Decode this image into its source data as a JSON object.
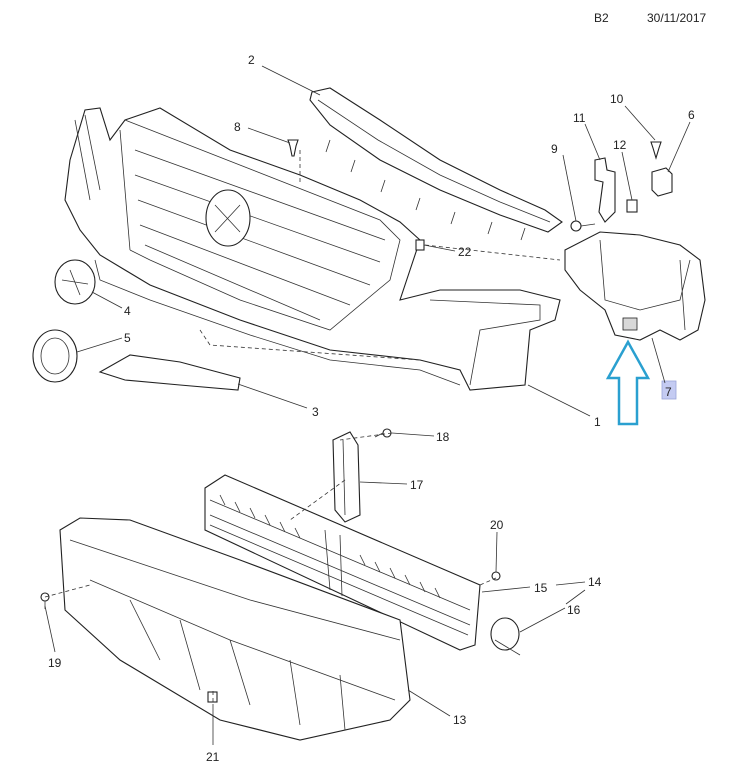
{
  "header": {
    "sheet": "B2",
    "date": "30/11/2017"
  },
  "colors": {
    "arrow": "#2aa0d0",
    "highlight": "#c4cbf2"
  },
  "callouts": {
    "c1": "1",
    "c2": "2",
    "c3": "3",
    "c4": "4",
    "c5": "5",
    "c6": "6",
    "c7": "7",
    "c8": "8",
    "c9": "9",
    "c10": "10",
    "c11": "11",
    "c12": "12",
    "c13": "13",
    "c14": "14",
    "c15": "15",
    "c16": "16",
    "c17": "17",
    "c18": "18",
    "c19": "19",
    "c20": "20",
    "c21": "21",
    "c22": "22"
  },
  "highlighted_part": "7"
}
